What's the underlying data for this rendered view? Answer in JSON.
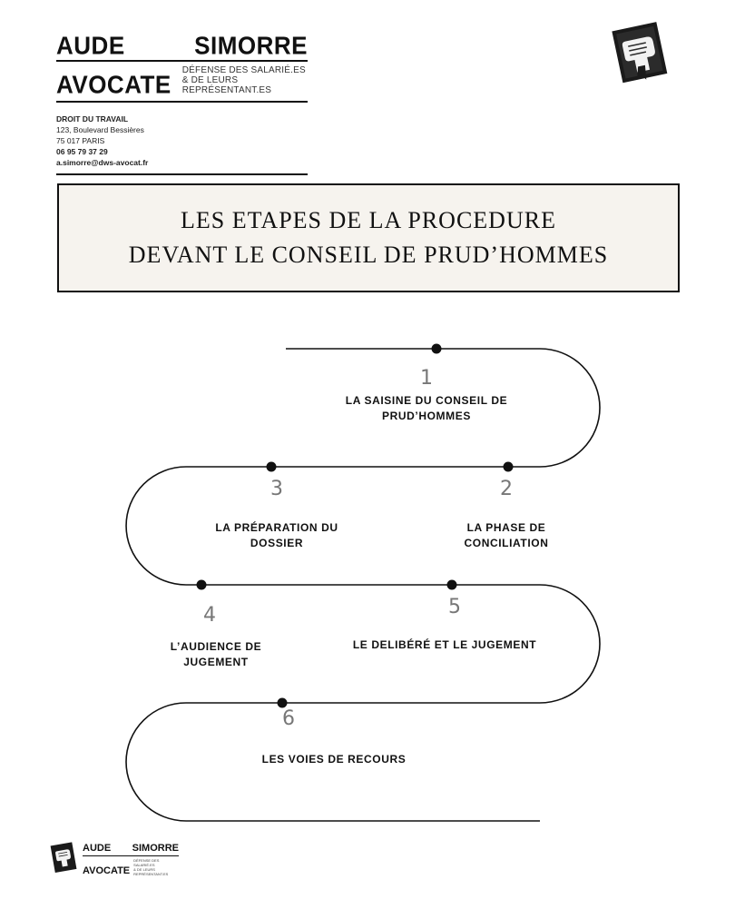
{
  "header": {
    "logo_first": "AUDE",
    "logo_last": "SIMORRE",
    "logo_profession": "AVOCATE",
    "tagline_line1": "DÉFENSE DES SALARIÉ.ES",
    "tagline_line2": "& DE LEURS REPRÉSENTANT.ES",
    "contact": {
      "specialty": "DROIT DU TRAVAIL",
      "address_line1": "123, Boulevard Bessières",
      "address_line2": "75 017 PARIS",
      "phone": "06 95 79 37 29",
      "email": "a.simorre@dws-avocat.fr"
    }
  },
  "title": {
    "line1": "LES ETAPES DE LA PROCEDURE",
    "line2": "DEVANT LE CONSEIL DE PRUD’HOMMES"
  },
  "steps": [
    {
      "number": "1",
      "label_line1": "LA SAISINE DU CONSEIL DE",
      "label_line2": "PRUD’HOMMES"
    },
    {
      "number": "2",
      "label_line1": "LA PHASE DE",
      "label_line2": "CONCILIATION"
    },
    {
      "number": "3",
      "label_line1": "LA PRÉPARATION DU",
      "label_line2": "DOSSIER"
    },
    {
      "number": "4",
      "label_line1": "L’AUDIENCE DE",
      "label_line2": "JUGEMENT"
    },
    {
      "number": "5",
      "label_line1": "LE DELIBÉRÉ ET LE JUGEMENT",
      "label_line2": ""
    },
    {
      "number": "6",
      "label_line1": "LES VOIES DE RECOURS",
      "label_line2": ""
    }
  ],
  "footer": {
    "logo_first": "AUDE",
    "logo_last": "SIMORRE",
    "logo_profession": "AVOCATE",
    "tagline_line1": "DÉFENSE DES SALARIÉ.ES",
    "tagline_line2": "& DE LEURS REPRÉSENTANT.ES"
  },
  "colors": {
    "ink": "#111111",
    "title_box_bg": "#f6f3ee",
    "step_number": "#777777"
  },
  "icons": {
    "top_right": "raised-fist-icon",
    "footer": "raised-fist-icon"
  }
}
